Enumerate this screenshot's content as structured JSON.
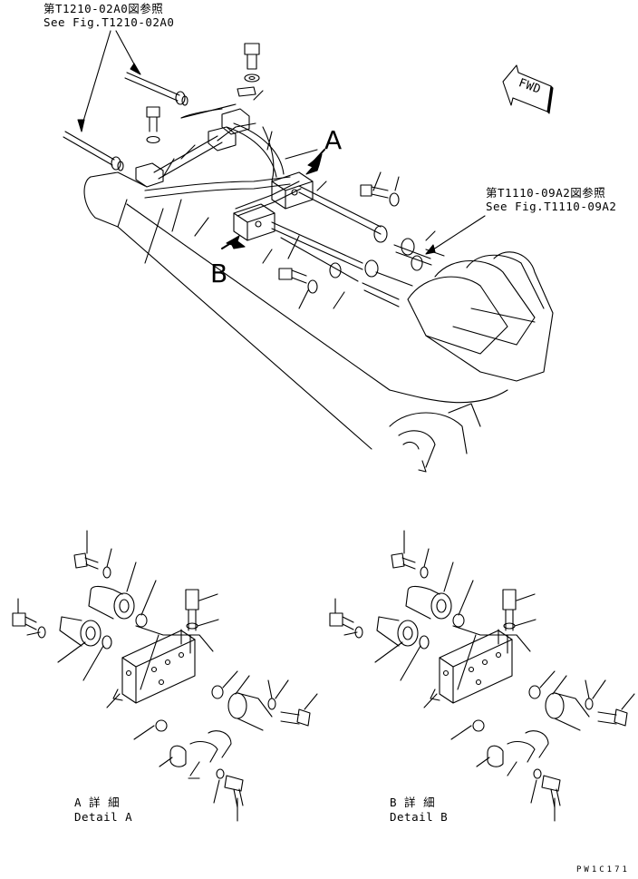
{
  "references": {
    "top_left": {
      "jp": "第T1210-02A0図参照",
      "en": "See Fig.T1210-02A0"
    },
    "right": {
      "jp": "第T1110-09A2図参照",
      "en": "See Fig.T1110-09A2"
    }
  },
  "view_letters": {
    "a": "A",
    "b": "B"
  },
  "fwd_label": "FWD",
  "details": {
    "a": {
      "jp": "A 詳 細",
      "en": "Detail A"
    },
    "b": {
      "jp": "B 詳 細",
      "en": "Detail B"
    }
  },
  "drawing_code": "PW1C171"
}
